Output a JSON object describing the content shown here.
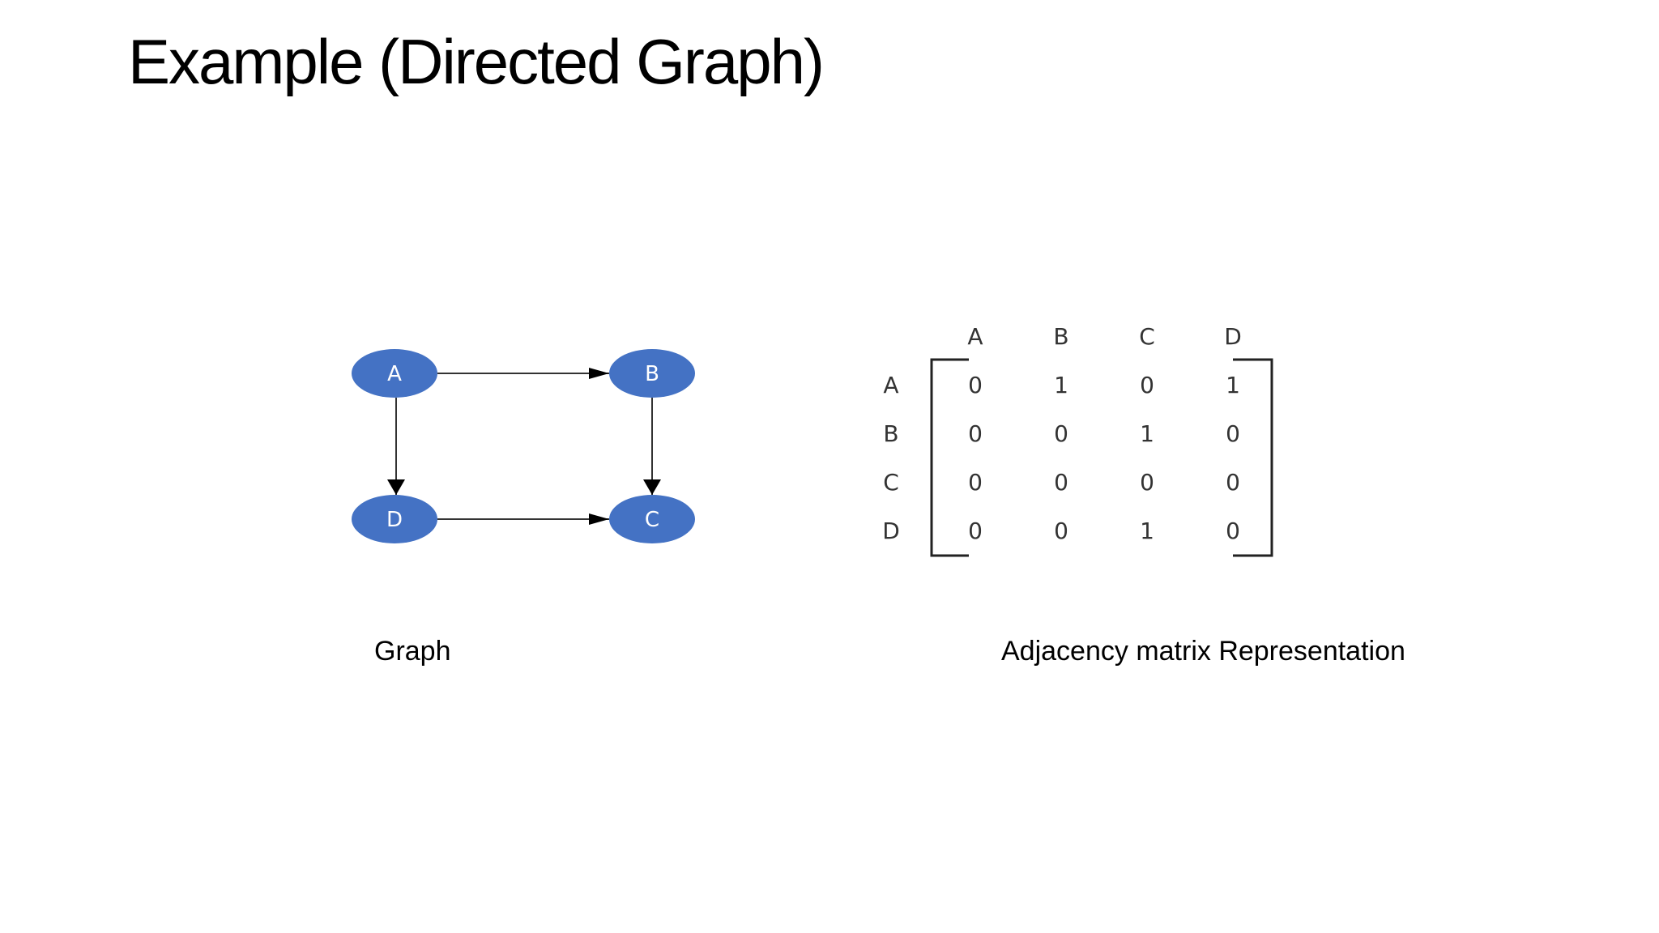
{
  "title": "Example (Directed Graph)",
  "graph": {
    "caption": "Graph",
    "node_color": "#4472c4",
    "nodes": [
      {
        "id": "A",
        "label": "A"
      },
      {
        "id": "B",
        "label": "B"
      },
      {
        "id": "D",
        "label": "D"
      },
      {
        "id": "C",
        "label": "C"
      }
    ],
    "edges": [
      {
        "from": "A",
        "to": "B"
      },
      {
        "from": "A",
        "to": "D"
      },
      {
        "from": "B",
        "to": "C"
      },
      {
        "from": "D",
        "to": "C"
      }
    ]
  },
  "matrix": {
    "caption": "Adjacency matrix Representation",
    "column_headers": [
      "A",
      "B",
      "C",
      "D"
    ],
    "row_headers": [
      "A",
      "B",
      "C",
      "D"
    ],
    "rows": [
      [
        "0",
        "1",
        "0",
        "1"
      ],
      [
        "0",
        "0",
        "1",
        "0"
      ],
      [
        "0",
        "0",
        "0",
        "0"
      ],
      [
        "0",
        "0",
        "1",
        "0"
      ]
    ]
  }
}
